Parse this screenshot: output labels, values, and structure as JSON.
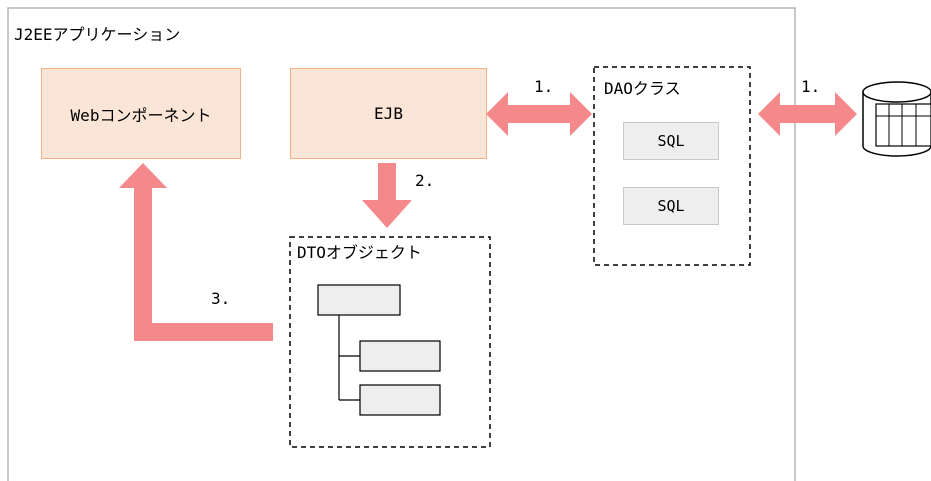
{
  "container": {
    "title": "J2EEアプリケーション"
  },
  "components": {
    "web": "Webコンポーネント",
    "ejb": "EJB",
    "dao": "DAOクラス",
    "dto": "DTOオブジェクト"
  },
  "dao_items": [
    "SQL",
    "SQL"
  ],
  "steps": {
    "ejb_dao": "1.",
    "dao_db": "1.",
    "ejb_dto": "2.",
    "dto_web": "3."
  },
  "colors": {
    "arrow": "#f4888a",
    "component_fill": "#fbe5d6",
    "component_border": "#f4b183",
    "sql_fill": "#eeeeee"
  },
  "icons": {
    "database": "database-icon"
  }
}
